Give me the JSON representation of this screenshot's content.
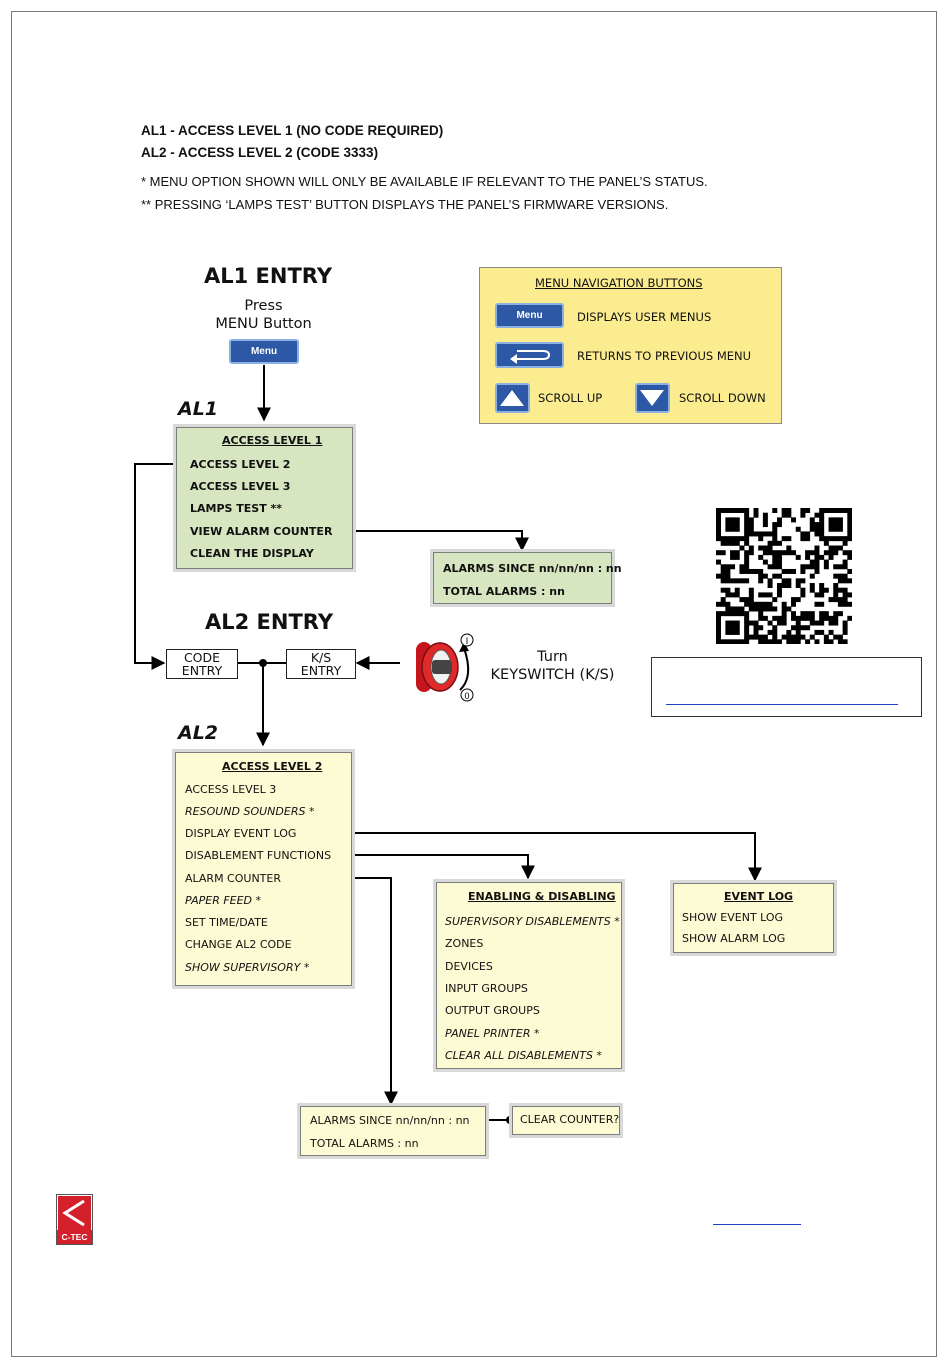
{
  "notes": {
    "line1": "AL1 - ACCESS LEVEL 1 (NO CODE REQUIRED)",
    "line2": "AL2 - ACCESS LEVEL 2 (CODE 3333)",
    "line3": "* MENU OPTION SHOWN WILL ONLY BE AVAILABLE IF RELEVANT TO THE PANEL’S STATUS.",
    "line4": "** PRESSING ‘LAMPS TEST’ BUTTON DISPLAYS THE PANEL’S FIRMWARE VERSIONS."
  },
  "al1_entry": {
    "title": "AL1 ENTRY",
    "press_line1": "Press",
    "press_line2": "MENU Button",
    "menu_button": "Menu",
    "tag": "AL1"
  },
  "access_level_1": {
    "title": "ACCESS LEVEL 1",
    "items": [
      "ACCESS LEVEL 2",
      "ACCESS LEVEL 3",
      "LAMPS TEST **",
      "VIEW ALARM COUNTER",
      "CLEAN THE DISPLAY"
    ]
  },
  "alarm_counter_al1": {
    "line1": "ALARMS SINCE nn/nn/nn :  nn",
    "line2": "TOTAL ALARMS :  nn"
  },
  "nav_panel": {
    "title": "MENU NAVIGATION BUTTONS",
    "menu_button": "Menu",
    "menu_desc": "DISPLAYS USER MENUS",
    "back_desc": "RETURNS TO PREVIOUS MENU",
    "up_desc": "SCROLL UP",
    "down_desc": "SCROLL DOWN"
  },
  "al2_entry": {
    "title": "AL2 ENTRY",
    "code_line1": "CODE",
    "code_line2": "ENTRY",
    "ks_line1": "K/S",
    "ks_line2": "ENTRY",
    "turn_line1": "Turn",
    "turn_line2": "KEYSWITCH (K/S)",
    "tag": "AL2",
    "pos_1": "I",
    "pos_0": "0"
  },
  "access_level_2": {
    "title": "ACCESS LEVEL 2",
    "items": [
      "ACCESS LEVEL 3",
      "RESOUND SOUNDERS *",
      "DISPLAY EVENT LOG",
      "DISABLEMENT FUNCTIONS",
      "ALARM COUNTER",
      "PAPER FEED *",
      "SET TIME/DATE",
      "CHANGE AL2 CODE",
      "SHOW SUPERVISORY *"
    ]
  },
  "enabling_disabling": {
    "title": "ENABLING & DISABLING",
    "items": [
      "SUPERVISORY DISABLEMENTS *",
      "ZONES",
      "DEVICES",
      "INPUT GROUPS",
      "OUTPUT GROUPS",
      "PANEL PRINTER *",
      "CLEAR ALL DISABLEMENTS *"
    ]
  },
  "event_log": {
    "title": "EVENT LOG",
    "items": [
      "SHOW EVENT LOG",
      "SHOW ALARM LOG"
    ]
  },
  "alarm_counter_al2": {
    "line1": "ALARMS SINCE nn/nn/nn :  nn",
    "line2": "TOTAL ALARMS :  nn",
    "clear": "CLEAR COUNTER?"
  },
  "logo": {
    "text": "C-TEC"
  },
  "colors": {
    "green_box": "#d6e6c0",
    "cream_box": "#fdfbd3",
    "nav_panel": "#fbec8f",
    "button_blue": "#2c58a6",
    "link_blue": "#1f3fbf",
    "logo_red": "#d4202a"
  }
}
